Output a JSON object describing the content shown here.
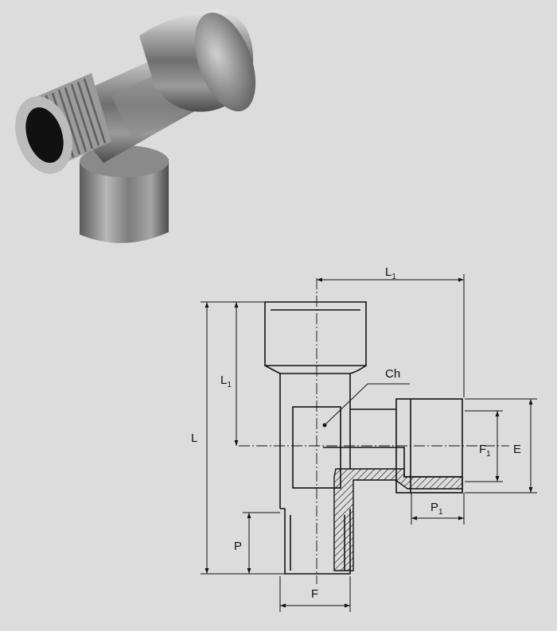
{
  "photo": {
    "icon": "tee-fitting-photo"
  },
  "drawing": {
    "dimensions": {
      "L": "L",
      "L1_top": "L",
      "L1_top_sub": "1",
      "L1_left": "L",
      "L1_left_sub": "1",
      "Ch": "Ch",
      "F1": "F",
      "F1_sub": "1",
      "E": "E",
      "P": "P",
      "P1": "P",
      "P1_sub": "1",
      "F": "F"
    },
    "colors": {
      "line": "#111111",
      "hatch": "#111111",
      "background": "#dcdcdc"
    }
  }
}
